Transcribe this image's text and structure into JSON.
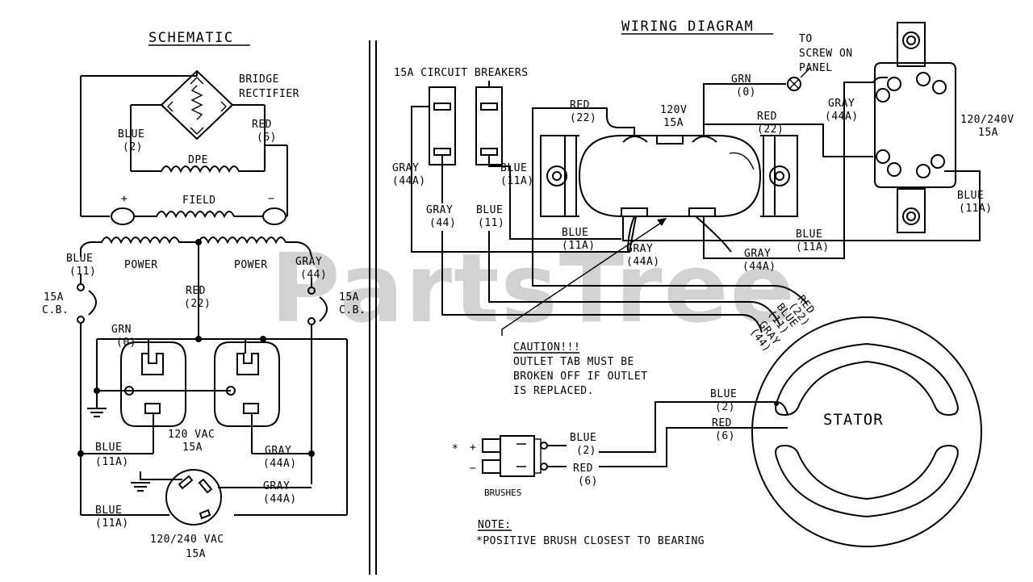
{
  "watermark": "PartsTree",
  "schematic": {
    "title": "SCHEMATIC",
    "bridge_rectifier": [
      "BRIDGE",
      "RECTIFIER"
    ],
    "blue_2": [
      "BLUE",
      "(2)"
    ],
    "red_6": [
      "RED",
      "(6)"
    ],
    "dpe": "DPE",
    "field": "FIELD",
    "plus": "+",
    "minus": "−",
    "blue_11": [
      "BLUE",
      "(11)"
    ],
    "power_left": "POWER",
    "power_right": "POWER",
    "gray_44": [
      "GRAY",
      "(44)"
    ],
    "red_22": [
      "RED",
      "(22)"
    ],
    "cb_left": [
      "15A",
      "C.B."
    ],
    "cb_right": [
      "15A",
      "C.B."
    ],
    "grn_0": [
      "GRN",
      "(0)"
    ],
    "outlet_120": [
      "120 VAC",
      "15A"
    ],
    "blue_11a_1": [
      "BLUE",
      "(11A)"
    ],
    "gray_44a_1": [
      "GRAY",
      "(44A)"
    ],
    "gray_44a_2": [
      "GRAY",
      "(44A)"
    ],
    "blue_11a_2": [
      "BLUE",
      "(11A)"
    ],
    "outlet_240": [
      "120/240 VAC",
      "15A"
    ]
  },
  "wiring": {
    "title": "WIRING DIAGRAM",
    "breakers": "15A CIRCUIT BREAKERS",
    "to_screw": [
      "TO",
      "SCREW ON",
      "PANEL"
    ],
    "grn_0": [
      "GRN",
      "(0)"
    ],
    "red_22_a": [
      "RED",
      "(22)"
    ],
    "outlet_120v": [
      "120V",
      "15A"
    ],
    "red_22_b": [
      "RED",
      "(22)"
    ],
    "gray_44a_top": [
      "GRAY",
      "(44A)"
    ],
    "outlet_240v": [
      "120/240V",
      "15A"
    ],
    "gray_44a_left": [
      "GRAY",
      "(44A)"
    ],
    "blue_11a_left": [
      "BLUE",
      "(11A)"
    ],
    "gray_44": [
      "GRAY",
      "(44)"
    ],
    "blue_11": [
      "BLUE",
      "(11)"
    ],
    "blue_11a_mid": [
      "BLUE",
      "(11A)"
    ],
    "gray_44a_mid": [
      "GRAY",
      "(44A)"
    ],
    "gray_44a_right": [
      "GRAY",
      "(44A)"
    ],
    "blue_11a_right": [
      "BLUE",
      "(11A)"
    ],
    "blue_11a_far": [
      "BLUE",
      "(11A)"
    ],
    "stator_leads": [
      "RED",
      "(22)",
      "BLUE",
      "(11)",
      "GRAY",
      "(44)"
    ],
    "caution_title": "CAUTION!!!",
    "caution_lines": [
      "OUTLET TAB MUST BE",
      "BROKEN OFF IF OUTLET",
      "IS REPLACED."
    ],
    "stator": "STATOR",
    "blue_2_stator": [
      "BLUE",
      "(2)"
    ],
    "red_6_stator": [
      "RED",
      "(6)"
    ],
    "blue_2_brush": [
      "BLUE",
      "(2)"
    ],
    "red_6_brush": [
      "RED",
      "(6)"
    ],
    "brush_star": "*",
    "brush_plus": "+",
    "brush_minus": "−",
    "brushes": "BRUSHES",
    "note_title": "NOTE:",
    "note_text": "*POSITIVE BRUSH CLOSEST TO BEARING"
  }
}
